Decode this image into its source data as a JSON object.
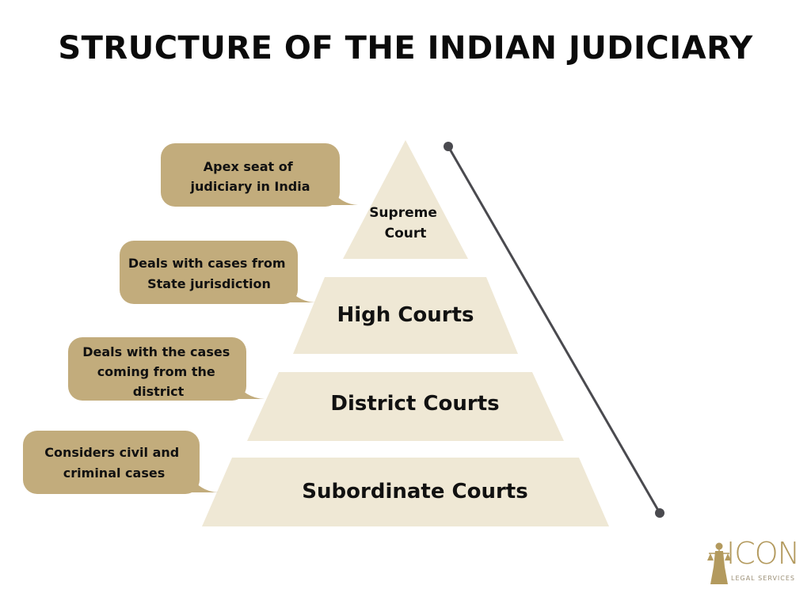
{
  "title": "STRUCTURE OF THE INDIAN JUDICIARY",
  "colors": {
    "tier_fill": "#efe8d5",
    "bubble_fill": "#c2ac7c",
    "line": "#4a4a4f",
    "logo_gold": "#b39a5e"
  },
  "tiers": [
    {
      "label": [
        "Supreme",
        "Court"
      ],
      "note": [
        "Apex seat of",
        "judiciary in India"
      ]
    },
    {
      "label": [
        "High Courts"
      ],
      "note": [
        "Deals with cases from",
        "State jurisdiction"
      ]
    },
    {
      "label": [
        "District Courts"
      ],
      "note": [
        "Deals with the cases",
        "coming from the",
        "district"
      ]
    },
    {
      "label": [
        "Subordinate Courts"
      ],
      "note": [
        "Considers civil and",
        "criminal cases"
      ]
    }
  ],
  "logo": {
    "name": "ICON",
    "tagline": "LEGAL SERVICES",
    "icon": "lady-justice-icon"
  }
}
